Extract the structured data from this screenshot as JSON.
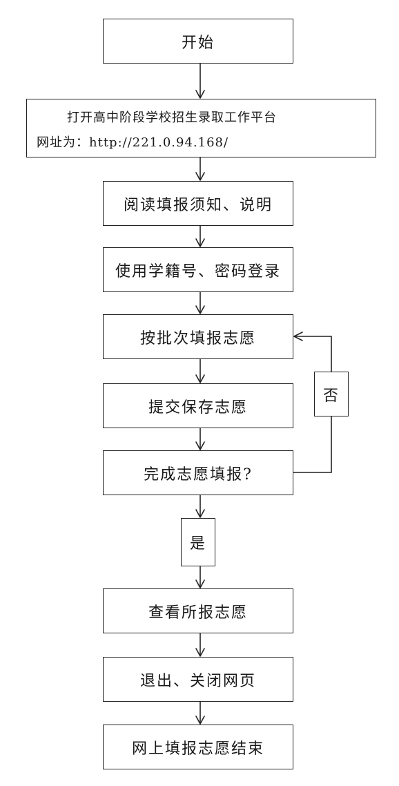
{
  "nodes": {
    "start": "开始",
    "open_platform_line1": "打开高中阶段学校招生录取工作平台",
    "open_platform_line2": "网址为：http://221.0.94.168/",
    "read_notice": "阅读填报须知、说明",
    "login": "使用学籍号、密码登录",
    "fill_by_batch": "按批次填报志愿",
    "submit_save": "提交保存志愿",
    "complete_check": "完成志愿填报?",
    "yes_label": "是",
    "no_label": "否",
    "view_results": "查看所报志愿",
    "exit_close": "退出、关闭网页",
    "end": "网上填报志愿结束"
  }
}
